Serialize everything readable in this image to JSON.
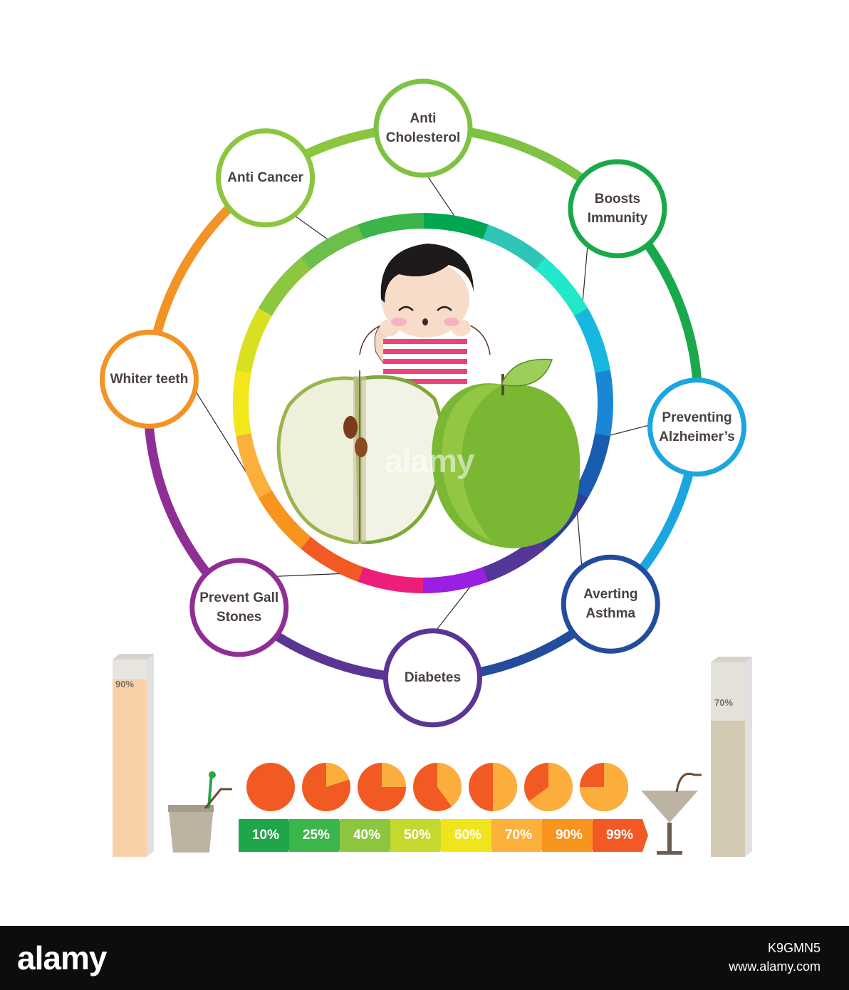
{
  "benefits": [
    {
      "label": "Anti\nCholesterol",
      "color": "#7dc242"
    },
    {
      "label": "Boosts\nImmunity",
      "color": "#19a84a"
    },
    {
      "label": "Preventing\nAlzheimer’s",
      "color": "#1ba6e0"
    },
    {
      "label": "Averting\nAsthma",
      "color": "#234c9c"
    },
    {
      "label": "Diabetes",
      "color": "#5b3594"
    },
    {
      "label": "Prevent Gall\nStones",
      "color": "#8e2f95"
    },
    {
      "label": "Whiter teeth",
      "color": "#f39325"
    },
    {
      "label": "Anti Cancer",
      "color": "#8cc63f"
    }
  ],
  "inner_ring_colors": [
    "#00a650",
    "#2ec4b6",
    "#20e8c8",
    "#16b8e0",
    "#1a87d6",
    "#1a5cb0",
    "#2e3d96",
    "#553597",
    "#9b1fe0",
    "#ed1e79",
    "#f15a24",
    "#f7941d",
    "#fbb03b",
    "#f3e61a",
    "#d9e021",
    "#8dc63f",
    "#6dbf4b",
    "#39b54a"
  ],
  "left_bar": {
    "label": "90%",
    "fraction": 0.9,
    "color": "#f8d1a9",
    "top_color": "#e8e4e0"
  },
  "right_bar": {
    "label": "70%",
    "fraction": 0.7,
    "color": "#d3cab3",
    "top_color": "#e4e0da"
  },
  "pies": [
    0.0,
    0.2,
    0.25,
    0.4,
    0.5,
    0.65,
    0.75
  ],
  "pie_colors": {
    "main": "#f15a22",
    "slice": "#fbae3c"
  },
  "scale": [
    {
      "label": "10%",
      "color": "#1fa54a"
    },
    {
      "label": "25%",
      "color": "#3cb54a"
    },
    {
      "label": "40%",
      "color": "#8cc63f"
    },
    {
      "label": "50%",
      "color": "#c5d82e"
    },
    {
      "label": "60%",
      "color": "#f0e41c"
    },
    {
      "label": "70%",
      "color": "#fbb13c"
    },
    {
      "label": "90%",
      "color": "#f7941d"
    },
    {
      "label": "99%",
      "color": "#f15a24"
    }
  ],
  "watermarks": {
    "center": "alamy",
    "corner": "alamy"
  },
  "footer": {
    "logo": "alamy",
    "image_id": "K9GMN5",
    "site": "www.alamy.com"
  }
}
